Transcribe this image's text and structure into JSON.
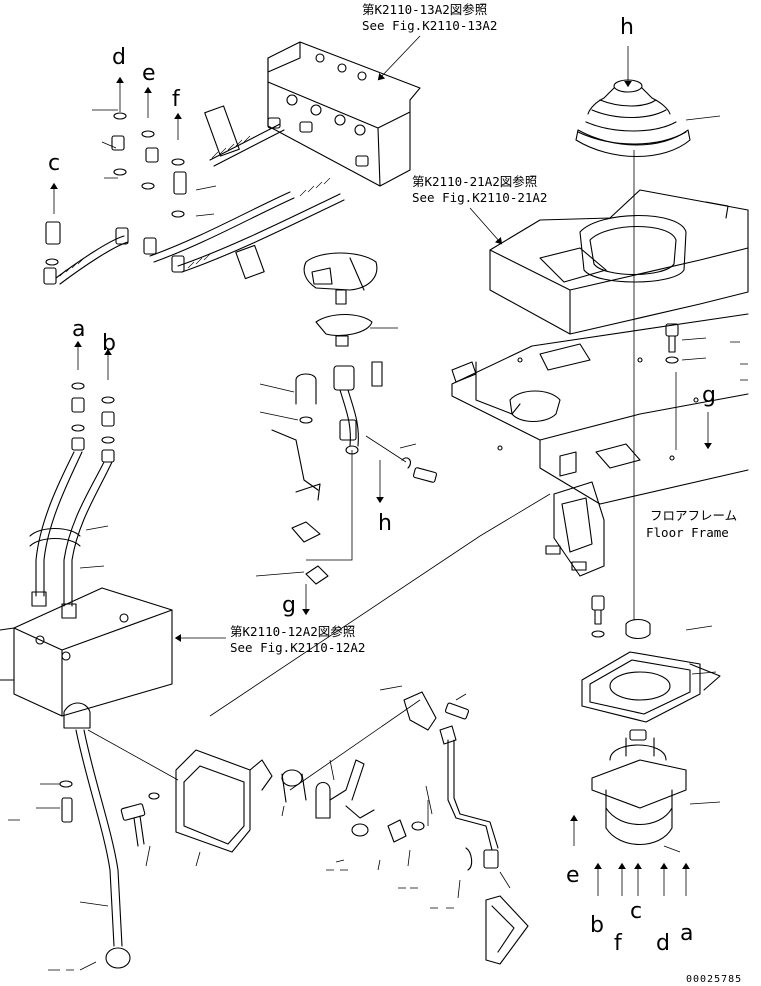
{
  "references": {
    "fig_13a2_jp": "第K2110-13A2図参照",
    "fig_13a2_en": "See Fig.K2110-13A2",
    "fig_21a2_jp": "第K2110-21A2図参照",
    "fig_21a2_en": "See Fig.K2110-21A2",
    "fig_12a2_jp": "第K2110-12A2図参照",
    "fig_12a2_en": "See Fig.K2110-12A2"
  },
  "floor_frame": {
    "jp": "フロアフレーム",
    "en": "Floor Frame"
  },
  "connection_letters": {
    "a_top": "a",
    "b_top": "b",
    "c_top": "c",
    "d_top": "d",
    "e_top": "e",
    "f_top": "f",
    "g_mid": "g",
    "g_right": "g",
    "h_top": "h",
    "h_mid": "h",
    "a_bottom": "a",
    "b_bottom": "b",
    "c_bottom": "c",
    "d_bottom": "d",
    "e_bottom": "e",
    "f_bottom": "f"
  },
  "drawing_code": "00025785"
}
